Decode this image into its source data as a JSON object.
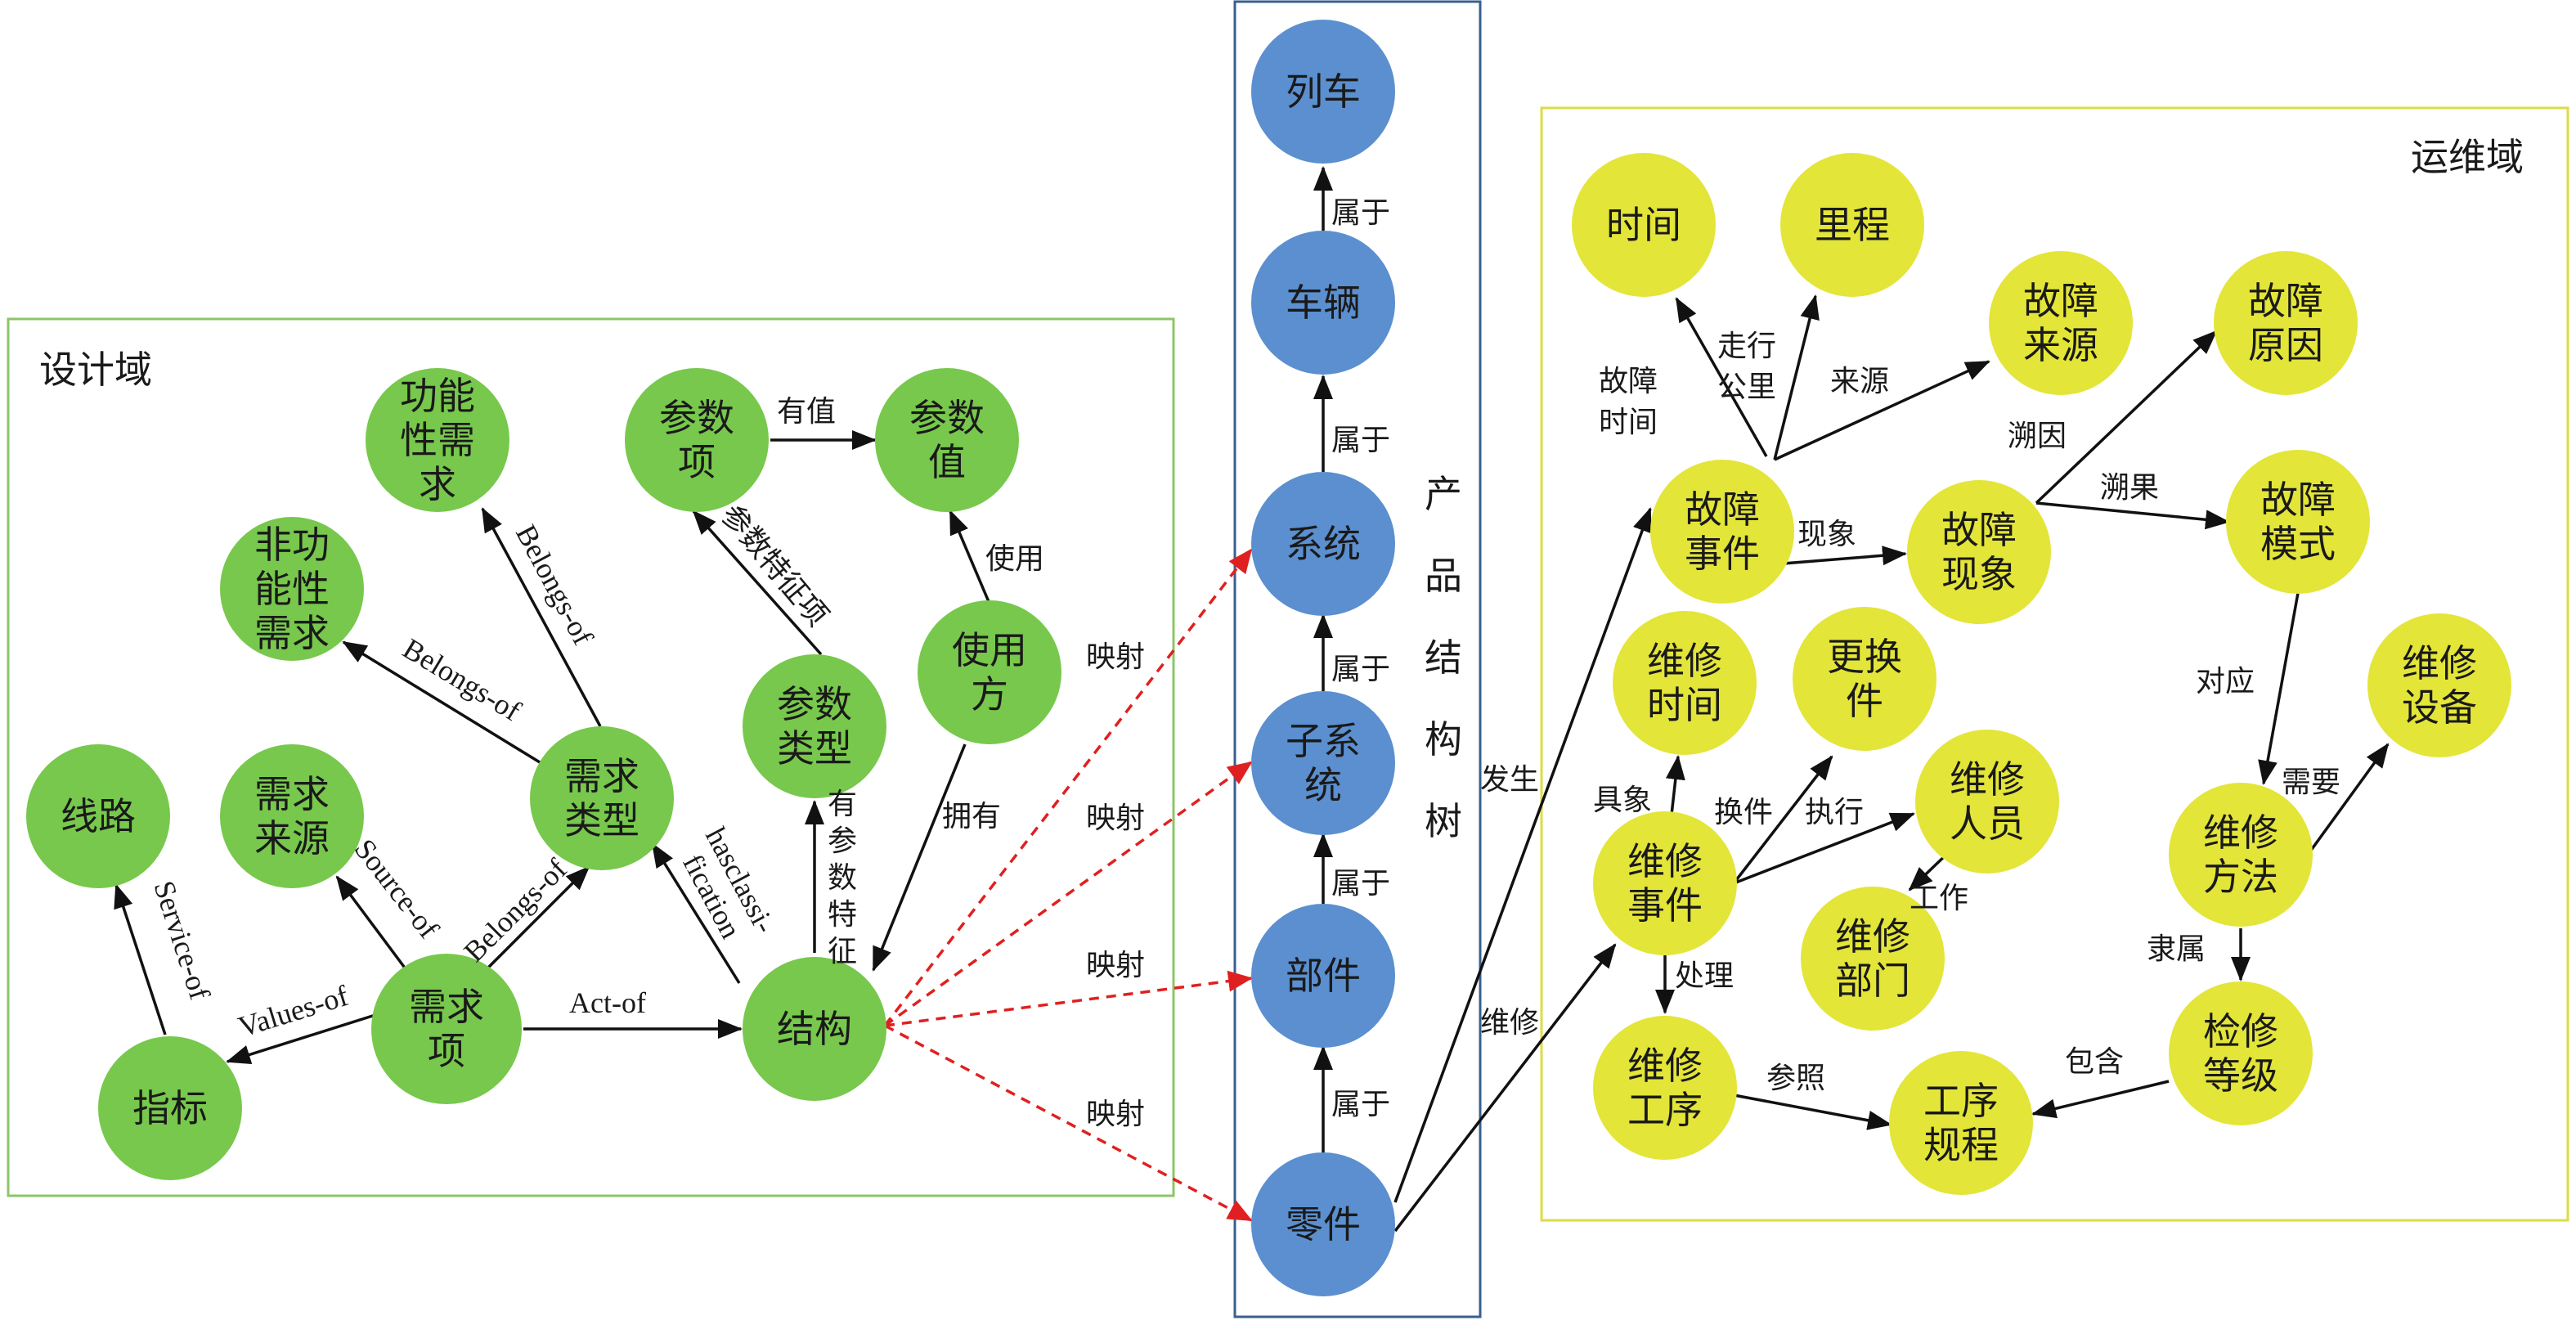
{
  "colors": {
    "design_node": "#77c84c",
    "product_node": "#5b8fcf",
    "ops_node": "#e3e538",
    "design_frame": "#8cc56a",
    "product_frame": "#3a5f8f",
    "ops_frame": "#dcdc45",
    "arrow": "#111111",
    "mapping": "#e02020"
  },
  "domains": {
    "design": "设计域",
    "ops": "运维域",
    "product_tree": [
      "产",
      "品",
      "结",
      "构",
      "树"
    ]
  },
  "design_nodes": [
    {
      "id": "gongneng",
      "lines": [
        "功能",
        "性需",
        "求"
      ]
    },
    {
      "id": "feigongneng",
      "lines": [
        "非功",
        "能性",
        "需求"
      ]
    },
    {
      "id": "canshuxiang",
      "lines": [
        "参数",
        "项"
      ]
    },
    {
      "id": "canshuzhi",
      "lines": [
        "参数",
        "值"
      ]
    },
    {
      "id": "shiyongfang",
      "lines": [
        "使用",
        "方"
      ]
    },
    {
      "id": "canshuleixing",
      "lines": [
        "参数",
        "类型"
      ]
    },
    {
      "id": "xuqiuleixing",
      "lines": [
        "需求",
        "类型"
      ]
    },
    {
      "id": "xianlu",
      "lines": [
        "线路"
      ]
    },
    {
      "id": "xuqiulaiyuan",
      "lines": [
        "需求",
        "来源"
      ]
    },
    {
      "id": "xuqiuxiang",
      "lines": [
        "需求",
        "项"
      ]
    },
    {
      "id": "jiegou",
      "lines": [
        "结构"
      ]
    },
    {
      "id": "zhibiao",
      "lines": [
        "指标"
      ]
    }
  ],
  "product_nodes": [
    {
      "id": "lieche",
      "lines": [
        "列车"
      ]
    },
    {
      "id": "cheliang",
      "lines": [
        "车辆"
      ]
    },
    {
      "id": "xitong",
      "lines": [
        "系统"
      ]
    },
    {
      "id": "zixitong",
      "lines": [
        "子系",
        "统"
      ]
    },
    {
      "id": "bujian",
      "lines": [
        "部件"
      ]
    },
    {
      "id": "lingjian",
      "lines": [
        "零件"
      ]
    }
  ],
  "ops_nodes": [
    {
      "id": "shijian",
      "lines": [
        "时间"
      ]
    },
    {
      "id": "licheng",
      "lines": [
        "里程"
      ]
    },
    {
      "id": "guzhanglaiyuan",
      "lines": [
        "故障",
        "来源"
      ]
    },
    {
      "id": "guzhangyuanyin",
      "lines": [
        "故障",
        "原因"
      ]
    },
    {
      "id": "guzhangshijian",
      "lines": [
        "故障",
        "事件"
      ]
    },
    {
      "id": "guzhangxianxiang",
      "lines": [
        "故障",
        "现象"
      ]
    },
    {
      "id": "guzhangmoshi",
      "lines": [
        "故障",
        "模式"
      ]
    },
    {
      "id": "weixiushijian_t",
      "lines": [
        "维修",
        "时间"
      ]
    },
    {
      "id": "genghuanjian",
      "lines": [
        "更换",
        "件"
      ]
    },
    {
      "id": "weixiushebei",
      "lines": [
        "维修",
        "设备"
      ]
    },
    {
      "id": "weixiurenyuan",
      "lines": [
        "维修",
        "人员"
      ]
    },
    {
      "id": "weixiushijian_e",
      "lines": [
        "维修",
        "事件"
      ]
    },
    {
      "id": "weixiubumen",
      "lines": [
        "维修",
        "部门"
      ]
    },
    {
      "id": "weixiufangfa",
      "lines": [
        "维修",
        "方法"
      ]
    },
    {
      "id": "weixiugongxu",
      "lines": [
        "维修",
        "工序"
      ]
    },
    {
      "id": "gongxuguicheng",
      "lines": [
        "工序",
        "规程"
      ]
    },
    {
      "id": "jianxiudengji",
      "lines": [
        "检修",
        "等级"
      ]
    }
  ],
  "edge_labels": {
    "youzhi": "有值",
    "shiyong": "使用",
    "canshutezhengxiang": "参数特征项",
    "youcanshutezheng": [
      "有",
      "参",
      "数",
      "特",
      "征"
    ],
    "yongyou": "拥有",
    "belongs_of": "Belongs-of",
    "hasclassification": [
      "hasclassi-",
      "fication"
    ],
    "source_of": "Source-of",
    "service_of": "Service-of",
    "values_of": "Values-of",
    "act_of": "Act-of",
    "yingshe": "映射",
    "shuyu": "属于",
    "fasheng": "发生",
    "weixiu": "维修",
    "guzhangshijian_lbl": [
      "故障",
      "时间"
    ],
    "zouxinggongli": [
      "走行",
      "公里"
    ],
    "laiyuan": "来源",
    "suyin": "溯因",
    "suguo": "溯果",
    "xianxiang": "现象",
    "duiying": "对应",
    "xuyao": "需要",
    "juxiang": "具象",
    "huanjian": "换件",
    "zhixing": "执行",
    "gongzuo": "工作",
    "chuli": "处理",
    "lishu": "隶属",
    "baohan": "包含",
    "canzhao": "参照"
  }
}
